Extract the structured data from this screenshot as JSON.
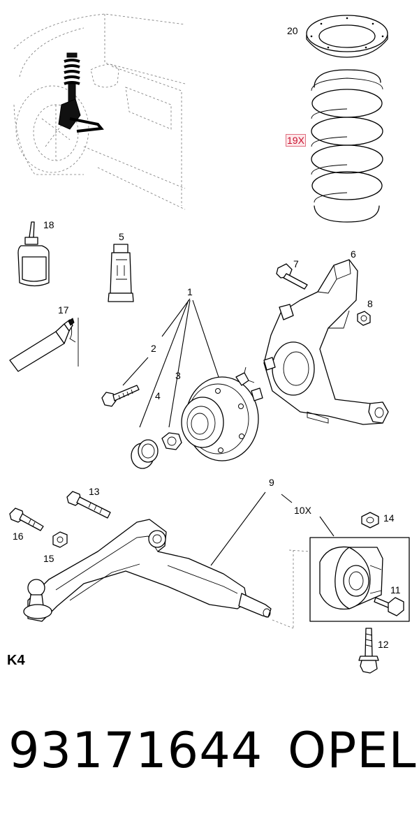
{
  "diagram": {
    "callouts": [
      {
        "id": "20",
        "text": "20"
      },
      {
        "id": "19",
        "text": "19X"
      },
      {
        "id": "18",
        "text": "18"
      },
      {
        "id": "5",
        "text": "5"
      },
      {
        "id": "7",
        "text": "7"
      },
      {
        "id": "6",
        "text": "6"
      },
      {
        "id": "17",
        "text": "17"
      },
      {
        "id": "1",
        "text": "1"
      },
      {
        "id": "8",
        "text": "8"
      },
      {
        "id": "2",
        "text": "2"
      },
      {
        "id": "3",
        "text": "3"
      },
      {
        "id": "4",
        "text": "4"
      },
      {
        "id": "9",
        "text": "9"
      },
      {
        "id": "13",
        "text": "13"
      },
      {
        "id": "10",
        "text": "10X"
      },
      {
        "id": "14",
        "text": "14"
      },
      {
        "id": "16",
        "text": "16"
      },
      {
        "id": "15",
        "text": "15"
      },
      {
        "id": "11",
        "text": "11"
      },
      {
        "id": "12",
        "text": "12"
      }
    ],
    "highlighted_callout": "19X",
    "section_label": "K4"
  },
  "footer": {
    "part_number": "93171644",
    "brand": "OPEL"
  }
}
